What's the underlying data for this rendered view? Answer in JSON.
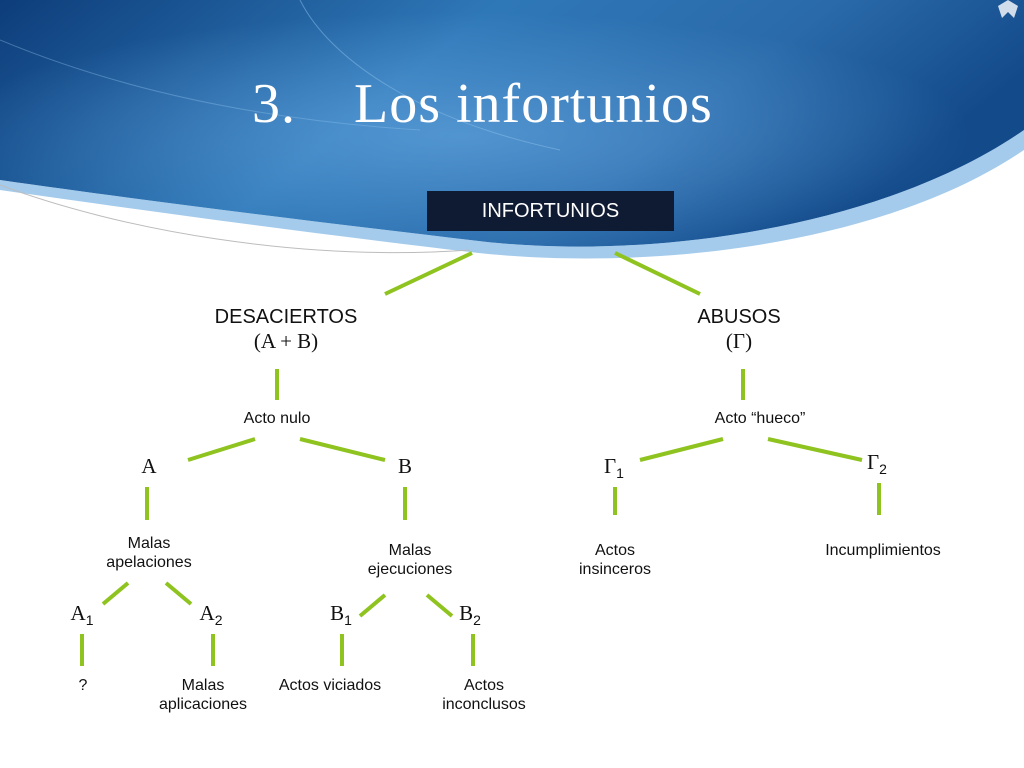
{
  "slide": {
    "title_number": "3.",
    "title_text": "Los infortunios"
  },
  "colors": {
    "connector": "#8fc31f",
    "root_box": "#0f1a33",
    "header_blue": "#1f5a9a"
  },
  "diagram": {
    "root": "INFORTUNIOS",
    "desaciertos": {
      "label": "DESACIERTOS",
      "formula": "(A + B)",
      "child": "Acto nulo"
    },
    "abusos": {
      "label": "ABUSOS",
      "formula": "(Γ)",
      "child": "Acto “hueco”"
    },
    "a": {
      "symbol": "A",
      "child": "Malas apelaciones"
    },
    "b": {
      "symbol": "B",
      "child": "Malas ejecuciones"
    },
    "gamma1": {
      "symbol": "Γ",
      "sub": "1",
      "child": "Actos insinceros"
    },
    "gamma2": {
      "symbol": "Γ",
      "sub": "2",
      "child": "Incumplimientos"
    },
    "a1": {
      "symbol": "A",
      "sub": "1",
      "child": "?"
    },
    "a2": {
      "symbol": "A",
      "sub": "2",
      "child": "Malas aplicaciones"
    },
    "b1": {
      "symbol": "B",
      "sub": "1",
      "child": "Actos viciados"
    },
    "b2": {
      "symbol": "B",
      "sub": "2",
      "child": "Actos inconclusos"
    }
  }
}
